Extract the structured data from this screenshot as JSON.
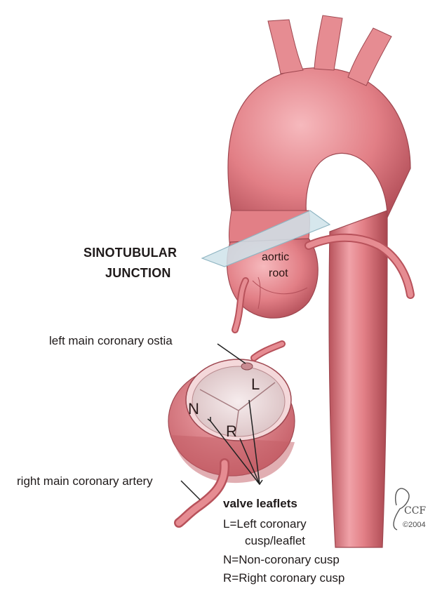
{
  "labels": {
    "sinotubular_line1": "SINOTUBULAR",
    "sinotubular_line2": "JUNCTION",
    "aortic": "aortic",
    "root": "root",
    "left_main_ostia": "left main coronary ostia",
    "right_main_artery": "right main coronary artery",
    "leaflet_L": "L",
    "leaflet_N": "N",
    "leaflet_R": "R",
    "valve_leaflets": "valve leaflets",
    "legend_L1": "L=Left coronary",
    "legend_L2": "cusp/leaflet",
    "legend_N": "N=Non-coronary cusp",
    "legend_R": "R=Right coronary cusp"
  },
  "credit": {
    "org": "CCF",
    "year": "©2004"
  },
  "colors": {
    "vessel": "#e27f86",
    "vessel_dark": "#b8525b",
    "vessel_light": "#f4b4b8",
    "plane": "#cfe3ea",
    "leaflet": "#efe2e3"
  }
}
